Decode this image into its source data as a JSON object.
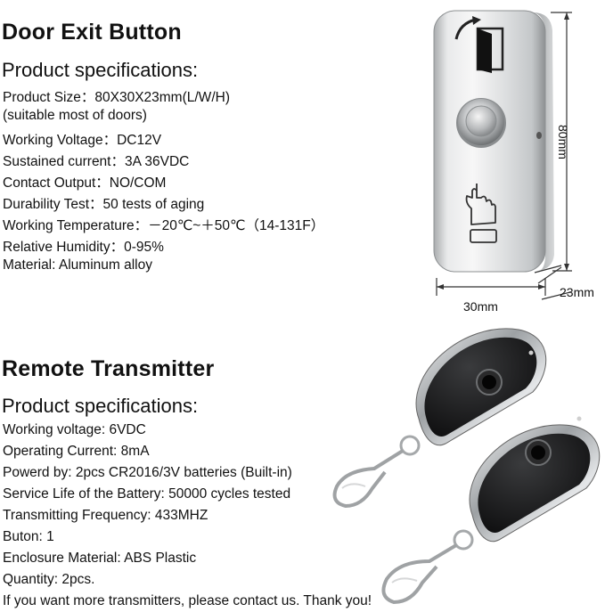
{
  "door": {
    "title": "Door Exit Button",
    "specs_heading": "Product specifications:",
    "specs": [
      "Product Size：80X30X23mm(L/W/H)",
      "(suitable most of doors)",
      "Working Voltage：DC12V",
      "Sustained current：3A 36VDC",
      "Contact Output：NO/COM",
      "Durability Test：50 tests of aging",
      "Working Temperature：－20℃~＋50℃（14-131F）",
      "Relative Humidity：0-95%",
      "Material: Aluminum alloy"
    ],
    "dim_height": "80mm",
    "dim_width": "30mm",
    "dim_depth": "23mm"
  },
  "remote": {
    "title": "Remote Transmitter",
    "specs_heading": "Product specifications:",
    "specs": [
      "Working voltage: 6VDC",
      "Operating Current: 8mA",
      "Powerd by: 2pcs CR2016/3V batteries (Built-in)",
      "Service Life of the Battery: 50000 cycles tested",
      "Transmitting Frequency: 433MHZ",
      "Buton: 1",
      "Enclosure Material: ABS Plastic",
      "Quantity: 2pcs.",
      "If you want more transmitters, please contact us. Thank you!"
    ]
  }
}
